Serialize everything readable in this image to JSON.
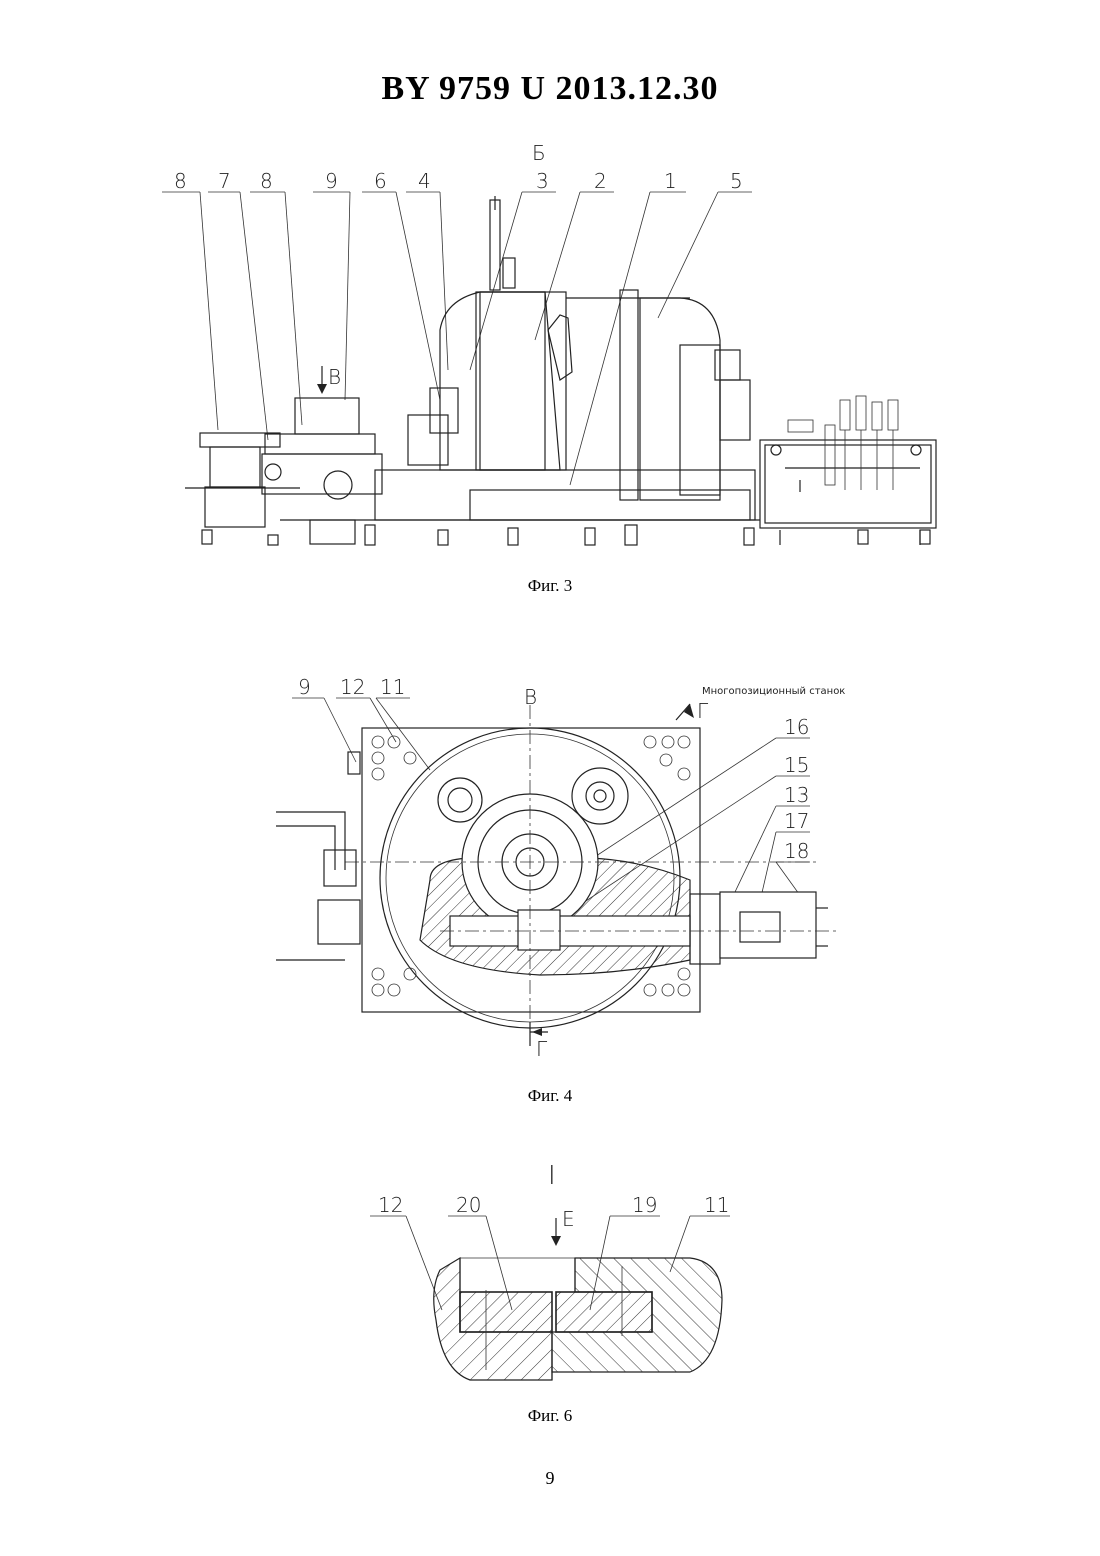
{
  "header": {
    "title": "BY  9759  U  2013.12.30"
  },
  "fig3": {
    "caption": "Фиг. 3",
    "view_label": "Б",
    "view_arrow_label": "В",
    "callouts": [
      "8",
      "7",
      "8",
      "9",
      "6",
      "4",
      "3",
      "2",
      "1",
      "5"
    ]
  },
  "fig4": {
    "caption": "Фиг. 4",
    "view_label": "В",
    "section_label_top": "Г",
    "section_label_bottom": "Г",
    "note": "Многопозиционный станок",
    "callouts": [
      "9",
      "12",
      "11",
      "16",
      "15",
      "13",
      "17",
      "18"
    ]
  },
  "fig6": {
    "caption": "Фиг. 6",
    "detail_label": "I",
    "view_arrow_label": "Е",
    "callouts": [
      "12",
      "20",
      "19",
      "11"
    ]
  },
  "page": {
    "number": "9"
  }
}
